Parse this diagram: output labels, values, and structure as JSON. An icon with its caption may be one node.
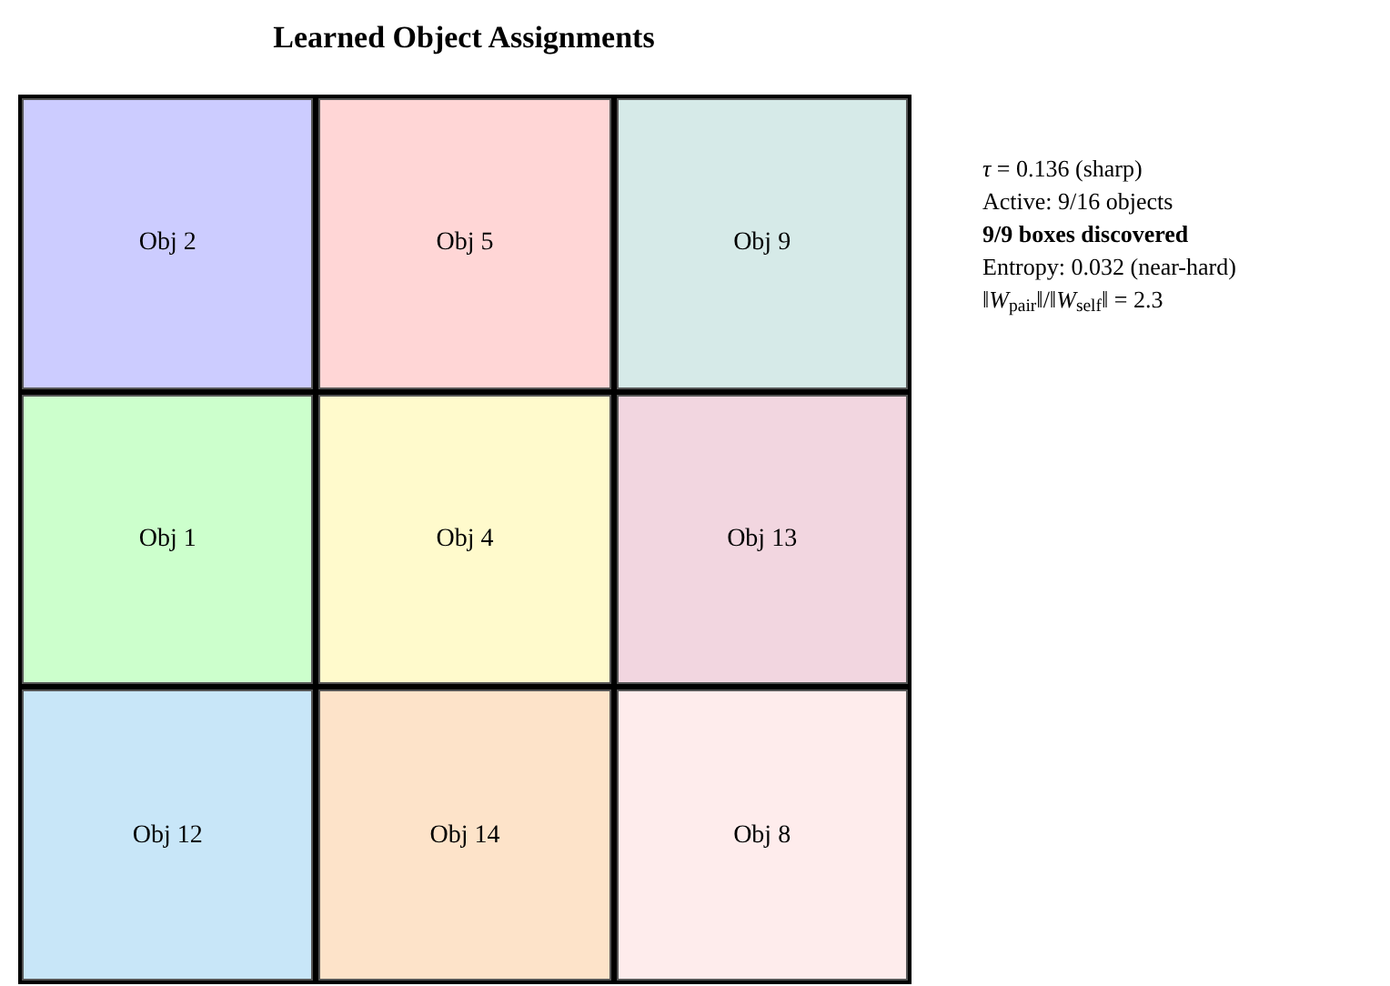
{
  "diagram": {
    "title": "Learned Object Assignments",
    "nodes": [
      {
        "text": [
          "Obj 2"
        ]
      },
      {
        "text": [
          "Obj 5"
        ]
      },
      {
        "text": [
          "Obj 9"
        ]
      },
      {
        "text": [
          "Obj 1"
        ]
      },
      {
        "text": [
          "Obj 4"
        ]
      },
      {
        "text": [
          "Obj 13"
        ]
      },
      {
        "text": [
          "Obj 12"
        ]
      },
      {
        "text": [
          "Obj 14"
        ]
      },
      {
        "text": [
          "Obj 8"
        ]
      }
    ],
    "labels": [
      "*τ* = 0.136 (sharp)",
      "Active: 9/16 objects",
      "9/9 boxes discovered",
      "Entropy: 0.032 (near-hard)",
      "‖*W*$_{pair}$‖/‖*W*$_{self}$‖ = 2.3"
    ]
  }
}
